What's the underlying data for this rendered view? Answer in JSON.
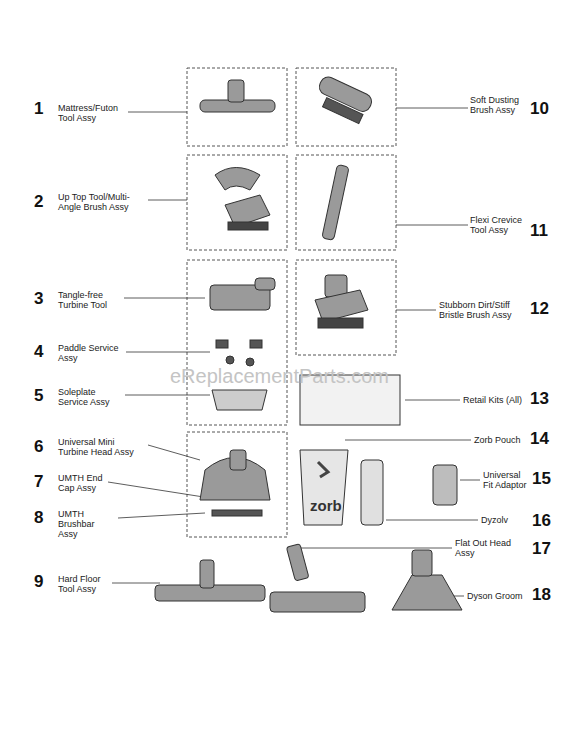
{
  "diagram": {
    "labels": [
      "1",
      "Mattress/Futon Tool Assy",
      "Soft Dusting Brush Assy",
      "10",
      "2",
      "Up Top Tool/Multi-Angle Brush Assy",
      "Flexi Crevice Tool Assy",
      "11",
      "3",
      "Tangle-free Turbine Tool",
      "Stubborn Dirt/Stiff Bristle Brush Assy",
      "12",
      "4",
      "Paddle Service Assy",
      "5",
      "Soleplate Service Assy",
      "Retail Kits (All)",
      "13",
      "6",
      "Universal Mini Turbine Head Assy",
      "Zorb Pouch",
      "14",
      "7",
      "UMTH End Cap Assy",
      "Universal Fit Adaptor",
      "15",
      "8",
      "UMTH Brushbar Assy",
      "Dyzolv",
      "16",
      "Flat Out Head Assy",
      "17",
      "9",
      "Hard Floor Tool Assy",
      "Dyson Groom",
      "18",
      "zorb",
      "eReplacementParts.com"
    ]
  }
}
